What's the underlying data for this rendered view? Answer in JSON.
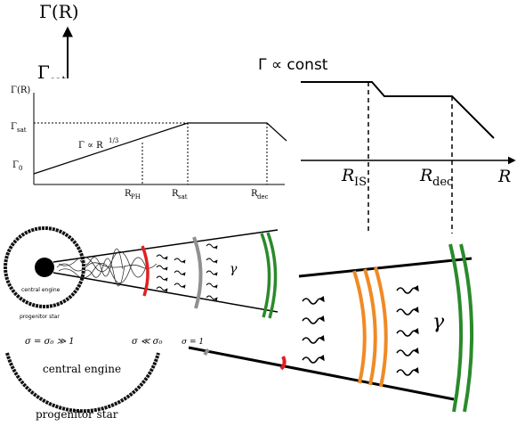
{
  "top_plot": {
    "ylabel": "Γ(R)",
    "gamma_sat": "Γ",
    "gamma_sat_sub": "sat"
  },
  "left_plot": {
    "ylabel": "Γ(R)",
    "gamma_sat": "Γ",
    "gamma_sat_sub": "sat",
    "gamma_0": "Γ",
    "gamma_0_sub": "0",
    "slope_text": "Γ ∝ R",
    "slope_exp": "1/3",
    "r_ph": "R",
    "r_ph_sub": "PH",
    "r_sat": "R",
    "r_sat_sub": "sat",
    "r_dec": "R",
    "r_dec_sub": "dec"
  },
  "right_plot": {
    "const_label": "Γ ∝ const",
    "r_is": "R",
    "r_is_sub": "IS",
    "r_dec": "R",
    "r_dec_sub": "dec",
    "r_axis": "R"
  },
  "upper_schematic": {
    "central_engine": "central engine",
    "progenitor_star": "progenitor star",
    "gamma": "γ"
  },
  "lower_schematic": {
    "sigma_left": "σ = σ₀ ≫ 1",
    "sigma_right": "σ ≪ σ₀",
    "central_engine": "central engine",
    "progenitor_star": "progenitor star",
    "sigma_one": "σ = 1",
    "gamma": "γ"
  },
  "colors": {
    "red_shell": "#e02020",
    "gray_shell": "#909090",
    "orange_shell": "#f08a24",
    "green_shell": "#2a8a2a"
  }
}
